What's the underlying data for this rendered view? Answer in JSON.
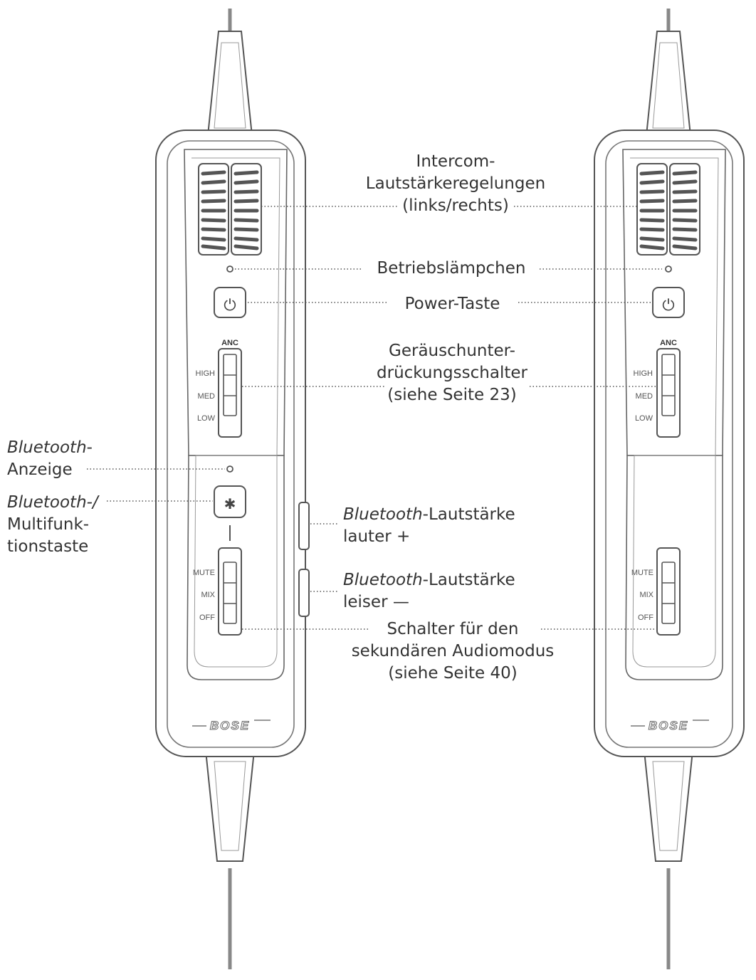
{
  "controls": {
    "anc_title": "ANC",
    "anc_high": "HIGH",
    "anc_med": "MED",
    "anc_low": "LOW",
    "mode_mute": "MUTE",
    "mode_mix": "MIX",
    "mode_off": "OFF",
    "logo": "BOSE"
  },
  "labels": {
    "intercom": [
      "Intercom-",
      "Lautstärkeregelungen",
      "(links/rechts)"
    ],
    "power_light": "Betriebslämpchen",
    "power_button": "Power-Taste",
    "anc_switch": [
      "Geräuschunter-",
      "drückungsschalter",
      "(siehe Seite 23)"
    ],
    "bt_indicator": [
      "Bluetooth",
      "-",
      "Anzeige"
    ],
    "bt_button": [
      "Bluetooth",
      "-/",
      "Multifunk-",
      "tionstaste"
    ],
    "vol_up": [
      "Bluetooth",
      "-Lautstärke",
      "lauter +"
    ],
    "vol_down": [
      "Bluetooth",
      "-Lautstärke",
      "leiser —"
    ],
    "secondary_audio": [
      "Schalter für den",
      "sekundären Audiomodus",
      "(siehe Seite 40)"
    ]
  },
  "colors": {
    "line": "#555555",
    "body_fill": "#ffffff",
    "cable": "#888888"
  },
  "icons": {
    "power": "power-icon",
    "bluetooth": "bluetooth-icon"
  }
}
